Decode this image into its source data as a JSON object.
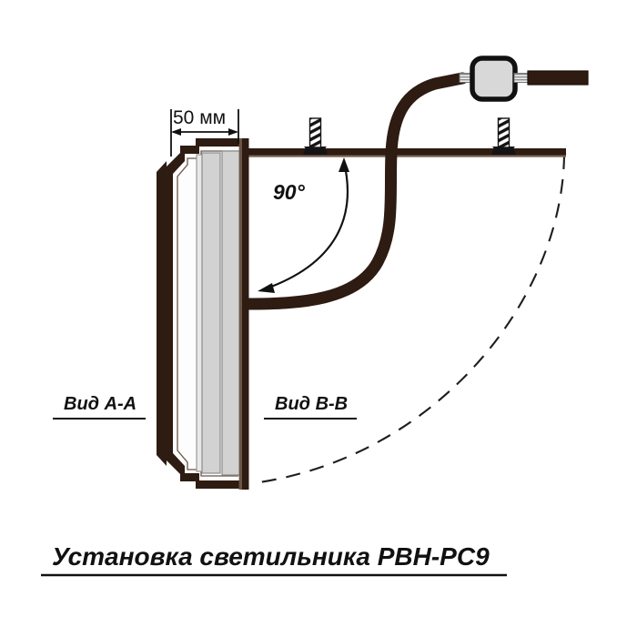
{
  "document": {
    "title": "Установка светильника РВН-РС9",
    "background_color": "#ffffff"
  },
  "colors": {
    "ink_dark": "#2e1b11",
    "ink_black": "#111111",
    "outline": "#231309",
    "panel_gray": "#d2d2d2",
    "panel_light": "#e8e8e8",
    "panel_white": "#fdfdfd",
    "connector_fill": "#d8d8d8",
    "wire_strand": "#9a9a9a"
  },
  "dimension": {
    "label": "50 мм",
    "value": 50,
    "unit": "мм"
  },
  "angle": {
    "label": "90°",
    "value": 90,
    "unit": "°"
  },
  "views": {
    "left": "Вид А-А",
    "right": "Вид В-В"
  },
  "parts": {
    "fixture": "светильник-разрез",
    "wall_line": "линия-стены",
    "cable": "кабель",
    "connector_box": "соединительная-коробка",
    "screw_left": "саморез-левый",
    "screw_right": "саморез-правый",
    "swing_arc": "дуга-раскрытия"
  }
}
